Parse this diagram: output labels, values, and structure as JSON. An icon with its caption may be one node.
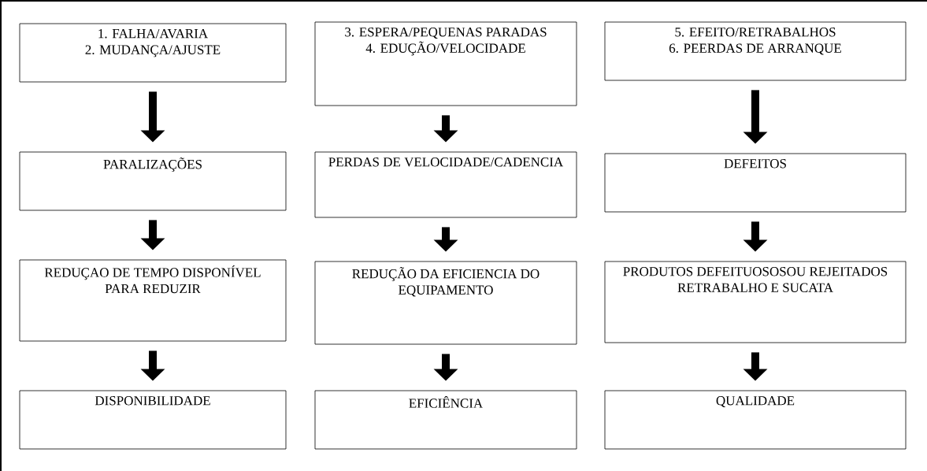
{
  "diagram": {
    "nodes": [
      {
        "text": [
          "1. FALHA/AVARIA",
          "2. MUDANÇA/AJUSTE"
        ]
      },
      {
        "text": [
          "3. ESPERA/PEQUENAS PARADAS",
          "4. EDUÇÃO/VELOCIDADE"
        ]
      },
      {
        "text": [
          "5. EFEITO/RETRABALHOS",
          "6. PEERDAS DE ARRANQUE"
        ]
      },
      {
        "text": [
          "PARALIZAÇÕES"
        ]
      },
      {
        "text": [
          "PERDAS DE VELOCIDADE/CADENCIA"
        ]
      },
      {
        "text": [
          "DEFEITOS"
        ]
      },
      {
        "text": [
          "REDUÇAO DE TEMPO DISPONÍVEL PARA REDUZIR"
        ]
      },
      {
        "text": [
          "REDUÇÃO DA EFICIENCIA DO EQUIPAMENTO"
        ]
      },
      {
        "text": [
          "PRODUTOS DEFEITUOSOSOU REJEITADOS",
          "RETRABALHO E SUCATA"
        ]
      },
      {
        "text": [
          "DISPONIBILIDADE"
        ]
      },
      {
        "text": [
          "EFICIÊNCIA"
        ]
      },
      {
        "text": [
          "QUALIDADE"
        ]
      }
    ],
    "edges": [
      {
        "from": 0,
        "to": 3,
        "arrow": "to"
      },
      {
        "from": 1,
        "to": 4,
        "arrow": "to"
      },
      {
        "from": 2,
        "to": 5,
        "arrow": "to"
      },
      {
        "from": 3,
        "to": 6,
        "arrow": "to"
      },
      {
        "from": 4,
        "to": 7,
        "arrow": "to"
      },
      {
        "from": 5,
        "to": 8,
        "arrow": "to"
      },
      {
        "from": 6,
        "to": 9,
        "arrow": "to"
      },
      {
        "from": 7,
        "to": 10,
        "arrow": "to"
      },
      {
        "from": 8,
        "to": 11,
        "arrow": "to"
      }
    ]
  }
}
